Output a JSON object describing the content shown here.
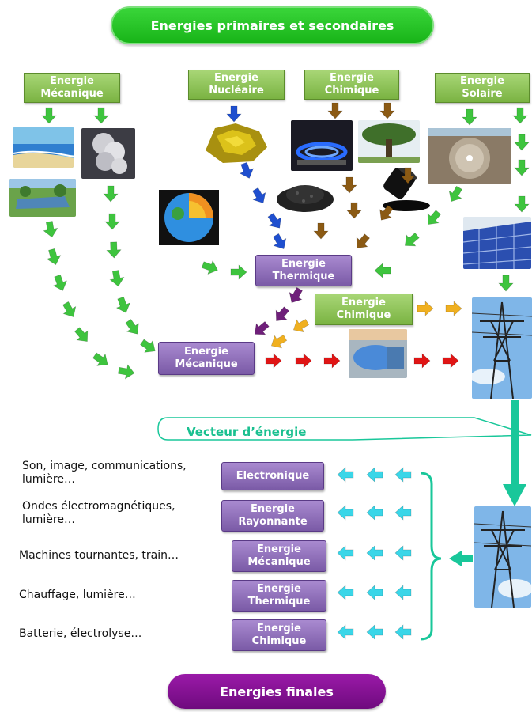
{
  "header": {
    "title": "Energies primaires et secondaires"
  },
  "primary_sources": [
    {
      "line1": "Energie",
      "line2": "Mécanique"
    },
    {
      "line1": "Energie",
      "line2": "Nucléaire"
    },
    {
      "line1": "Energie",
      "line2": "Chimique"
    },
    {
      "line1": "Energie",
      "line2": "Solaire"
    }
  ],
  "conversions": {
    "thermique": {
      "line1": "Energie",
      "line2": "Thermique"
    },
    "chimique": {
      "line1": "Energie",
      "line2": "Chimique"
    },
    "mecanique": {
      "line1": "Energie",
      "line2": "Mécanique"
    }
  },
  "vector": {
    "label": "Vecteur d’énergie"
  },
  "final_uses": [
    {
      "description_line1": "Son, image, communications,",
      "description_line2": "lumière…",
      "box_line1": "Electronique",
      "box_line2": ""
    },
    {
      "description_line1": "Ondes électromagnétiques,",
      "description_line2": "lumière…",
      "box_line1": "Energie",
      "box_line2": "Rayonnante"
    },
    {
      "description_line1": "Machines tournantes, train…",
      "description_line2": "",
      "box_line1": "Energie",
      "box_line2": "Mécanique"
    },
    {
      "description_line1": "Chauffage, lumière…",
      "description_line2": "",
      "box_line1": "Energie",
      "box_line2": "Thermique"
    },
    {
      "description_line1": "Batterie, électrolyse…",
      "description_line2": "",
      "box_line1": "Energie",
      "box_line2": "Chimique"
    }
  ],
  "footer": {
    "title": "Energies finales"
  },
  "colors": {
    "green_arrow": "#3ec43e",
    "blue_arrow": "#1f4fcf",
    "brown_arrow": "#8b5a14",
    "purple_arrow": "#6f1f7a",
    "orange_arrow": "#f0b020",
    "red_arrow": "#e01515",
    "cyan_arrow": "#3ad6e8",
    "vector_teal": "#19c79a"
  }
}
